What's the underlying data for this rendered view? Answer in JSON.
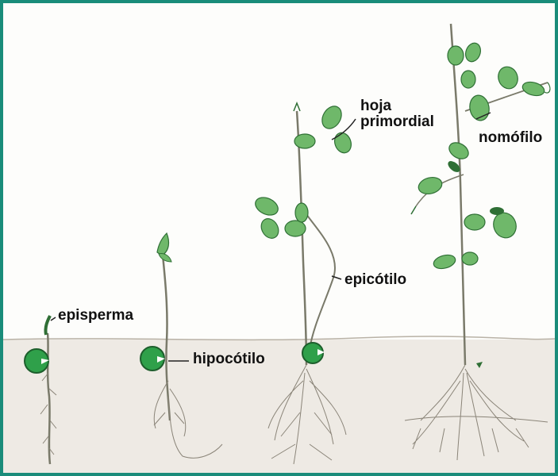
{
  "figure": {
    "labels": {
      "hoja_primordial_line1": "hoja",
      "hoja_primordial_line2": "primordial",
      "nomofilo": "nomófilo",
      "epicotilo": "epicótilo",
      "episperma": "episperma",
      "hipocotilo": "hipocótilo"
    }
  },
  "colors": {
    "frame": "#1a8c7a",
    "sky": "#fdfdfb",
    "soil": "#eeeae4",
    "soil_line": "#b9b2a6",
    "leaf": "#6fb86a",
    "leaf_dark": "#2f6f35",
    "seed": "#2fa04a",
    "stem": "#7a7a6a",
    "root": "#8a8478",
    "text": "#111111"
  }
}
